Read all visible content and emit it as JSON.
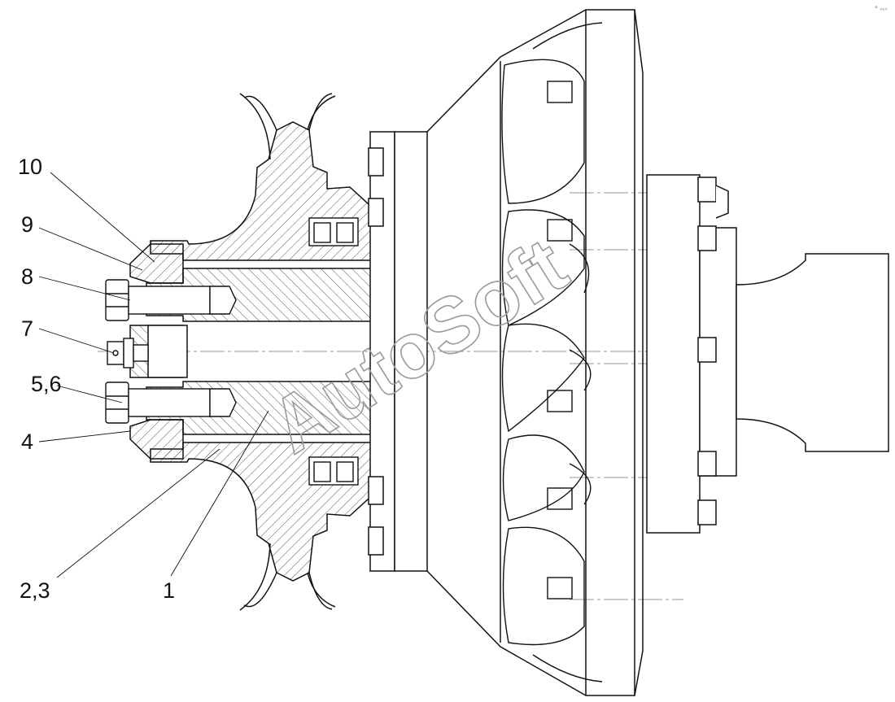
{
  "drawing": {
    "callouts": [
      {
        "label": "10"
      },
      {
        "label": "9"
      },
      {
        "label": "8"
      },
      {
        "label": "7"
      },
      {
        "label": "5,6"
      },
      {
        "label": "4"
      },
      {
        "label": "2,3"
      },
      {
        "label": "1"
      }
    ],
    "watermark": "AutoSoft",
    "corner_mark": "° ◦◦◦",
    "colors": {
      "line": "#111111",
      "hatch": "#444444",
      "centerline": "#777777",
      "watermark": "#9a9a9a"
    }
  }
}
